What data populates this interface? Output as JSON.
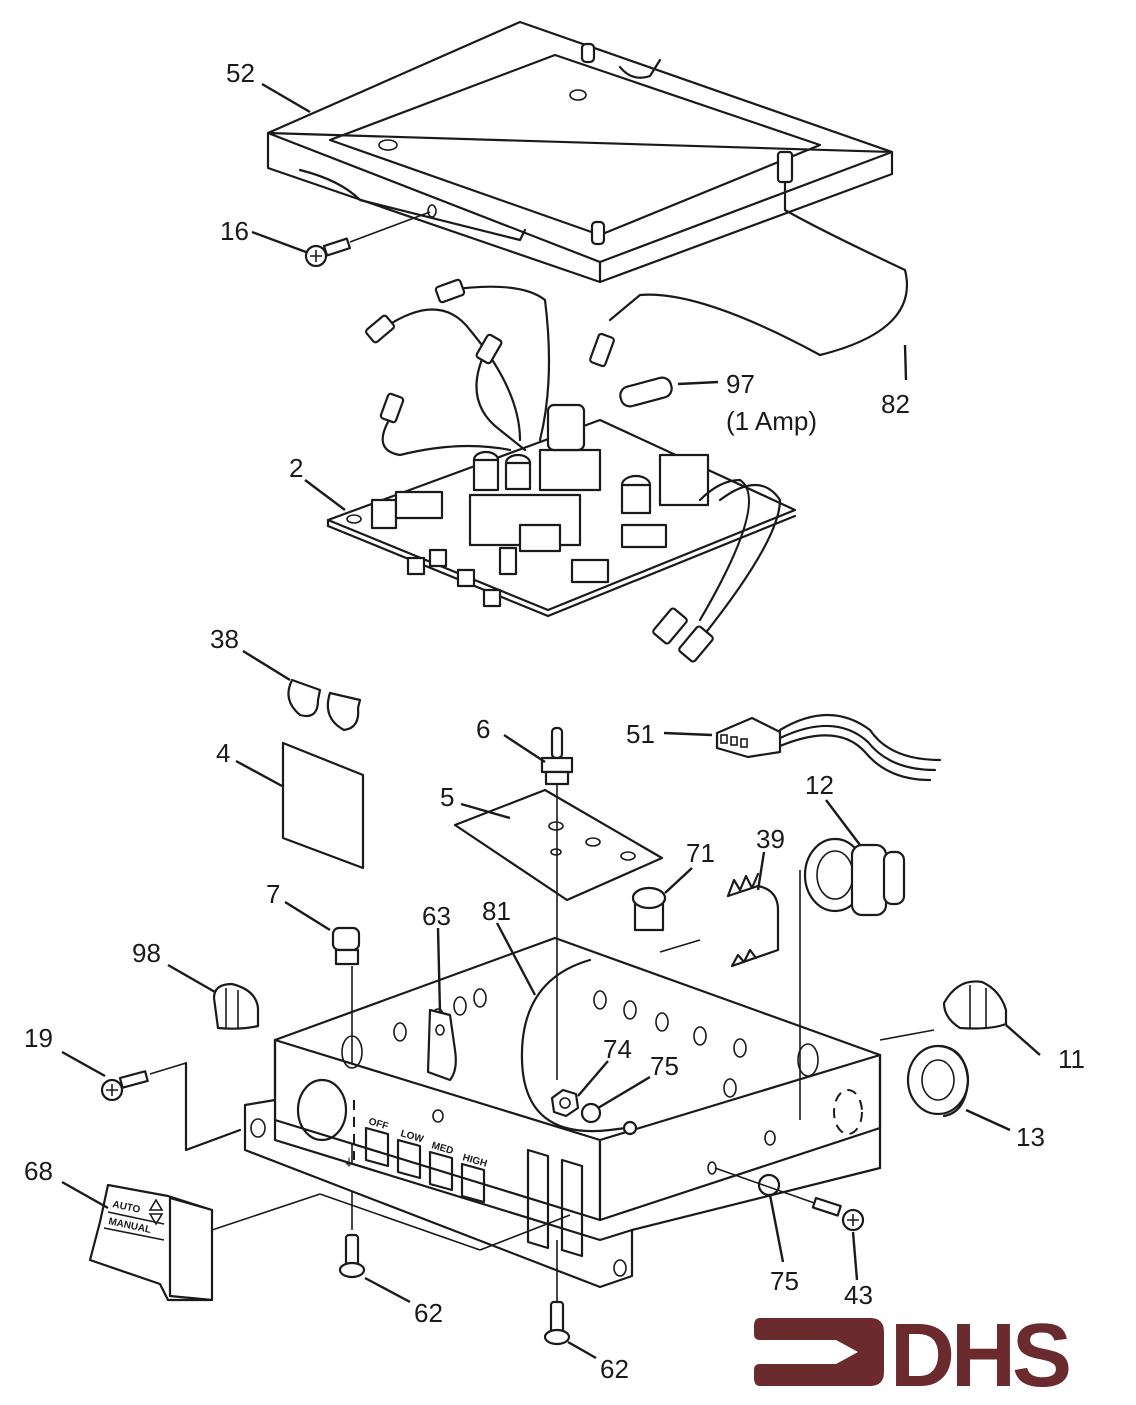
{
  "diagram": {
    "type": "exploded-parts-view",
    "callouts": [
      {
        "id": "52",
        "part": "cover"
      },
      {
        "id": "16",
        "part": "cover-screw"
      },
      {
        "id": "82",
        "part": "ground-wire"
      },
      {
        "id": "97",
        "part": "fuse",
        "note": "(1 Amp)"
      },
      {
        "id": "2",
        "part": "circuit-board"
      },
      {
        "id": "38",
        "part": "clips"
      },
      {
        "id": "4",
        "part": "label-plate"
      },
      {
        "id": "6",
        "part": "standoff"
      },
      {
        "id": "51",
        "part": "wire-harness-connector"
      },
      {
        "id": "5",
        "part": "insulator-sheet"
      },
      {
        "id": "12",
        "part": "strain-relief-fitting"
      },
      {
        "id": "71",
        "part": "bushing"
      },
      {
        "id": "39",
        "part": "heat-sink-clip"
      },
      {
        "id": "7",
        "part": "led-holder"
      },
      {
        "id": "81",
        "part": "jumper-wire"
      },
      {
        "id": "63",
        "part": "clip-bracket"
      },
      {
        "id": "98",
        "part": "grommet-left"
      },
      {
        "id": "11",
        "part": "grommet-right"
      },
      {
        "id": "19",
        "part": "mounting-screw"
      },
      {
        "id": "74",
        "part": "nut"
      },
      {
        "id": "75",
        "part": "lock-washer"
      },
      {
        "id": "13",
        "part": "lock-nut"
      },
      {
        "id": "68",
        "part": "rocker-switch"
      },
      {
        "id": "62",
        "part": "base-screw"
      },
      {
        "id": "43",
        "part": "ground-screw"
      }
    ],
    "labels": {
      "c52": "52",
      "c16": "16",
      "c82": "82",
      "c97": "97",
      "c97_note": "(1 Amp)",
      "c2": "2",
      "c38": "38",
      "c4": "4",
      "c6": "6",
      "c51": "51",
      "c5": "5",
      "c12": "12",
      "c71": "71",
      "c39": "39",
      "c7": "7",
      "c81": "81",
      "c63": "63",
      "c98": "98",
      "c11": "11",
      "c19": "19",
      "c74": "74",
      "c75a": "75",
      "c13": "13",
      "c68": "68",
      "c62a": "62",
      "c62b": "62",
      "c75b": "75",
      "c43": "43"
    },
    "panel_labels": {
      "off": "OFF",
      "low": "LOW",
      "med": "MED",
      "high": "HIGH"
    },
    "switch_labels": {
      "auto": "AUTO",
      "manual": "MANUAL"
    }
  },
  "logo": {
    "text": "DHS",
    "color": "#6b2a2e"
  }
}
